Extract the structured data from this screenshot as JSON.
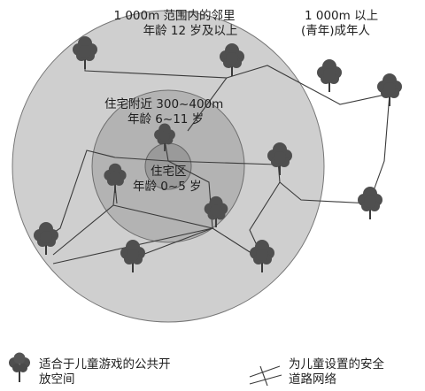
{
  "zones": {
    "outer": {
      "line1": "1 000m 范围内的邻里",
      "line2": "年龄 12 岁及以上"
    },
    "outside": {
      "line1": "1 000m 以上",
      "line2": "(青年)成年人"
    },
    "middle": {
      "line1": "住宅附近 300~400m",
      "line2": "年龄 6~11 岁"
    },
    "inner": {
      "line1": "住宅区",
      "line2": "年龄 0~5 岁"
    }
  },
  "legend": {
    "tree_line1": "适合于儿童游戏的公共开",
    "tree_line2": "放空间",
    "road_line1": "为儿童设置的安全",
    "road_line2": "道路网络"
  },
  "colors": {
    "outer_ring": "#cfcfcf",
    "middle_ring": "#b3b3b3",
    "inner_disc": "#9a9a9a",
    "tree": "#4f4f4f",
    "road": "#3a3a3a"
  }
}
